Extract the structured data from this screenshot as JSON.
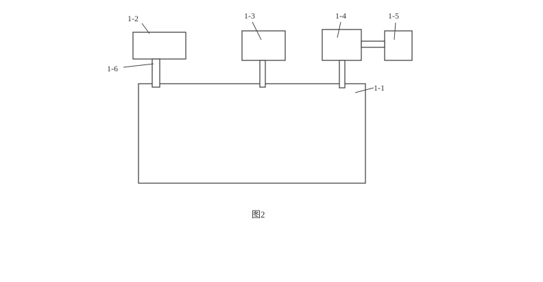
{
  "labels": {
    "tank": "1-1",
    "box_a": "1-2",
    "box_b": "1-3",
    "box_c": "1-4",
    "box_d": "1-5",
    "pipe": "1-6"
  },
  "caption": "图2"
}
